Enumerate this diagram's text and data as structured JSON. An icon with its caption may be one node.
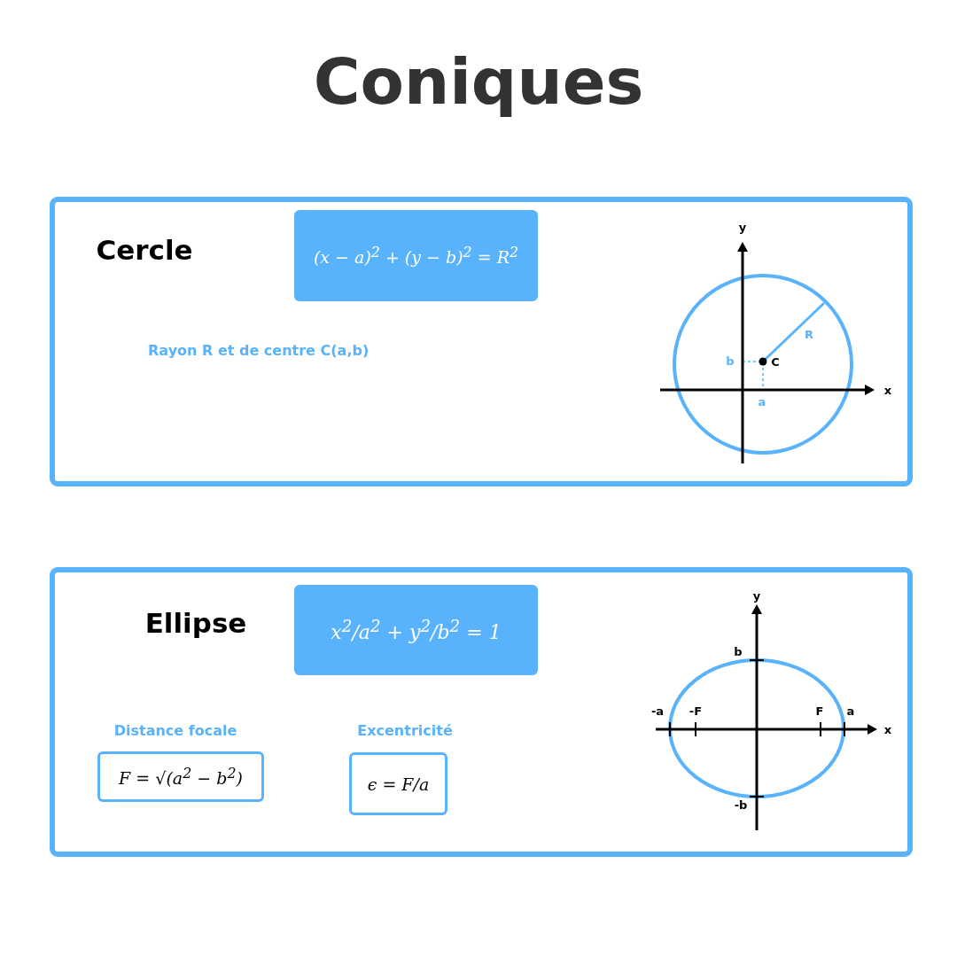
{
  "diagram": {
    "title": "Coniques",
    "nodes": [
      {
        "text": [
          "Cercle",
          "Rayon R et de centre C(a,b)"
        ]
      },
      {
        "text": [
          "(x − a)$^{2}$ + (y − b)$^{2}$ = R$^{2}$"
        ],
        "in": 0
      },
      {
        "text": [
          "Ellipse"
        ]
      },
      {
        "text": [
          "x$^{2}$/a$^{2}$ + y$^{2}$/b$^{2}$ = 1"
        ],
        "in": 2
      },
      {
        "text": [
          "Distance focale",
          "F = √(a$^{2}$ − b$^{2}$)"
        ],
        "in": 2
      },
      {
        "text": [
          "Excentricité",
          "ϵ = F/a"
        ],
        "in": 2
      }
    ],
    "edges": [],
    "labels": [
      "y",
      "R",
      "b",
      "C",
      "x",
      "a",
      "y",
      "b",
      "-a",
      "-F",
      "F",
      "a",
      "x",
      "-b"
    ]
  }
}
